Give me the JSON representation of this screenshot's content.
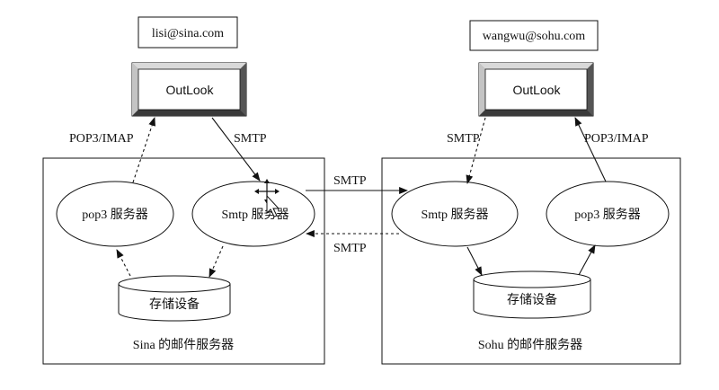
{
  "email_left": "lisi@sina.com",
  "email_right": "wangwu@sohu.com",
  "client_left": "OutLook",
  "client_right": "OutLook",
  "left_server": {
    "pop3": "pop3 服务器",
    "smtp": "Smtp 服务器",
    "storage": "存储设备",
    "caption": "Sina 的邮件服务器"
  },
  "right_server": {
    "pop3": "pop3 服务器",
    "smtp": "Smtp 服务器",
    "storage": "存储设备",
    "caption": "Sohu 的邮件服务器"
  },
  "protocols": {
    "left_pop3imap": "POP3/IMAP",
    "left_smtp": "SMTP",
    "right_smtp": "SMTP",
    "right_pop3imap": "POP3/IMAP",
    "mid_smtp_top": "SMTP",
    "mid_smtp_bottom": "SMTP"
  }
}
